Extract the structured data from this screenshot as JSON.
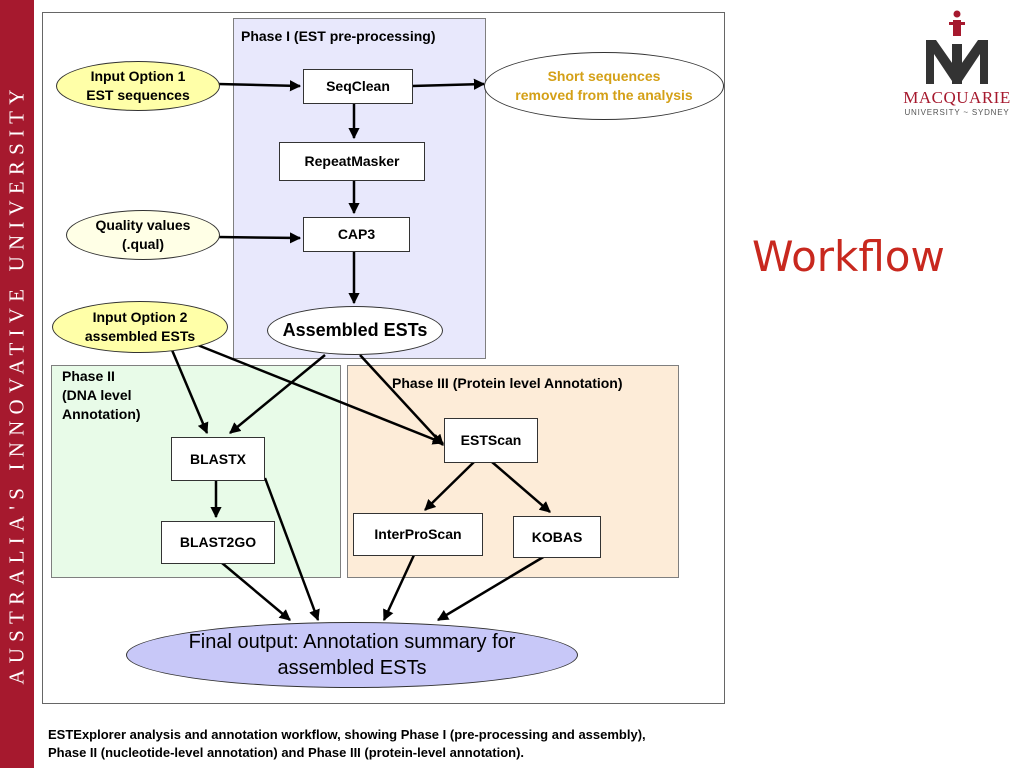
{
  "sidebar": {
    "text": "AUSTRALIA'S INNOVATIVE UNIVERSITY"
  },
  "slide": {
    "title": "Workflow",
    "title_color": "#c8281e"
  },
  "logo": {
    "name": "MACQUARIE",
    "subtitle": "UNIVERSITY ~ SYDNEY",
    "icon": "macquarie-crest-icon"
  },
  "phases": {
    "phase1": "Phase I (EST pre-processing)",
    "phase2_line1": "Phase II",
    "phase2_line2": "(DNA level",
    "phase2_line3": "Annotation)",
    "phase3": "Phase III (Protein level Annotation)"
  },
  "nodes": {
    "input1_line1": "Input Option 1",
    "input1_line2": "EST sequences",
    "quality_line1": "Quality values",
    "quality_line2": "(.qual)",
    "input2_line1": "Input Option 2",
    "input2_line2": "assembled ESTs",
    "short_line1": "Short sequences",
    "short_line2": "removed from the analysis",
    "seqclean": "SeqClean",
    "repeatmasker": "RepeatMasker",
    "cap3": "CAP3",
    "assembled": "Assembled ESTs",
    "blastx": "BLASTX",
    "blast2go": "BLAST2GO",
    "estscan": "ESTScan",
    "interproscan": "InterProScan",
    "kobas": "KOBAS",
    "final_line1": "Final output: Annotation summary for",
    "final_line2": "assembled ESTs"
  },
  "colors": {
    "sidebar": "#a6192e",
    "input_fill": "#ffffa8",
    "phase1_fill": "#e8e8fc",
    "phase2_fill": "#e8fbe8",
    "phase3_fill": "#fdecd8",
    "final_fill": "#c8c8f8",
    "short_text": "#d4a017"
  },
  "caption": {
    "line1": "ESTExplorer analysis and annotation workflow, showing Phase I (pre-processing and assembly),",
    "line2": "Phase II (nucleotide-level annotation) and Phase III (protein-level annotation)."
  }
}
